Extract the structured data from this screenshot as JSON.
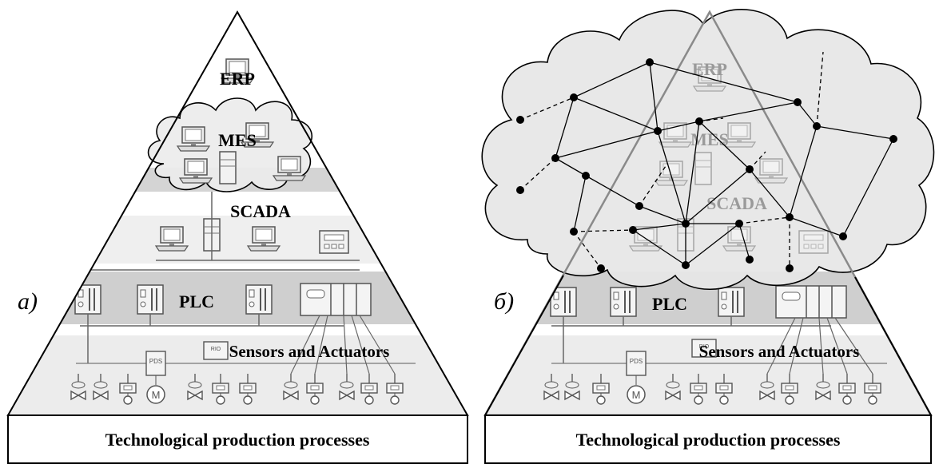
{
  "panel_a": {
    "label": "а)",
    "levels": {
      "erp": "ERP",
      "mes": "MES",
      "scada": "SCADA",
      "plc": "PLC",
      "sensors": "Sensors and Actuators"
    },
    "base": "Technological production processes"
  },
  "panel_b": {
    "label": "б)",
    "levels": {
      "erp": "ERP",
      "mes": "MES",
      "scada": "SCADA",
      "plc": "PLC",
      "sensors": "Sensors and Actuators"
    },
    "base": "Technological production processes"
  },
  "device_labels": {
    "pds": "PDS",
    "motor": "M",
    "rio": "RIO"
  }
}
